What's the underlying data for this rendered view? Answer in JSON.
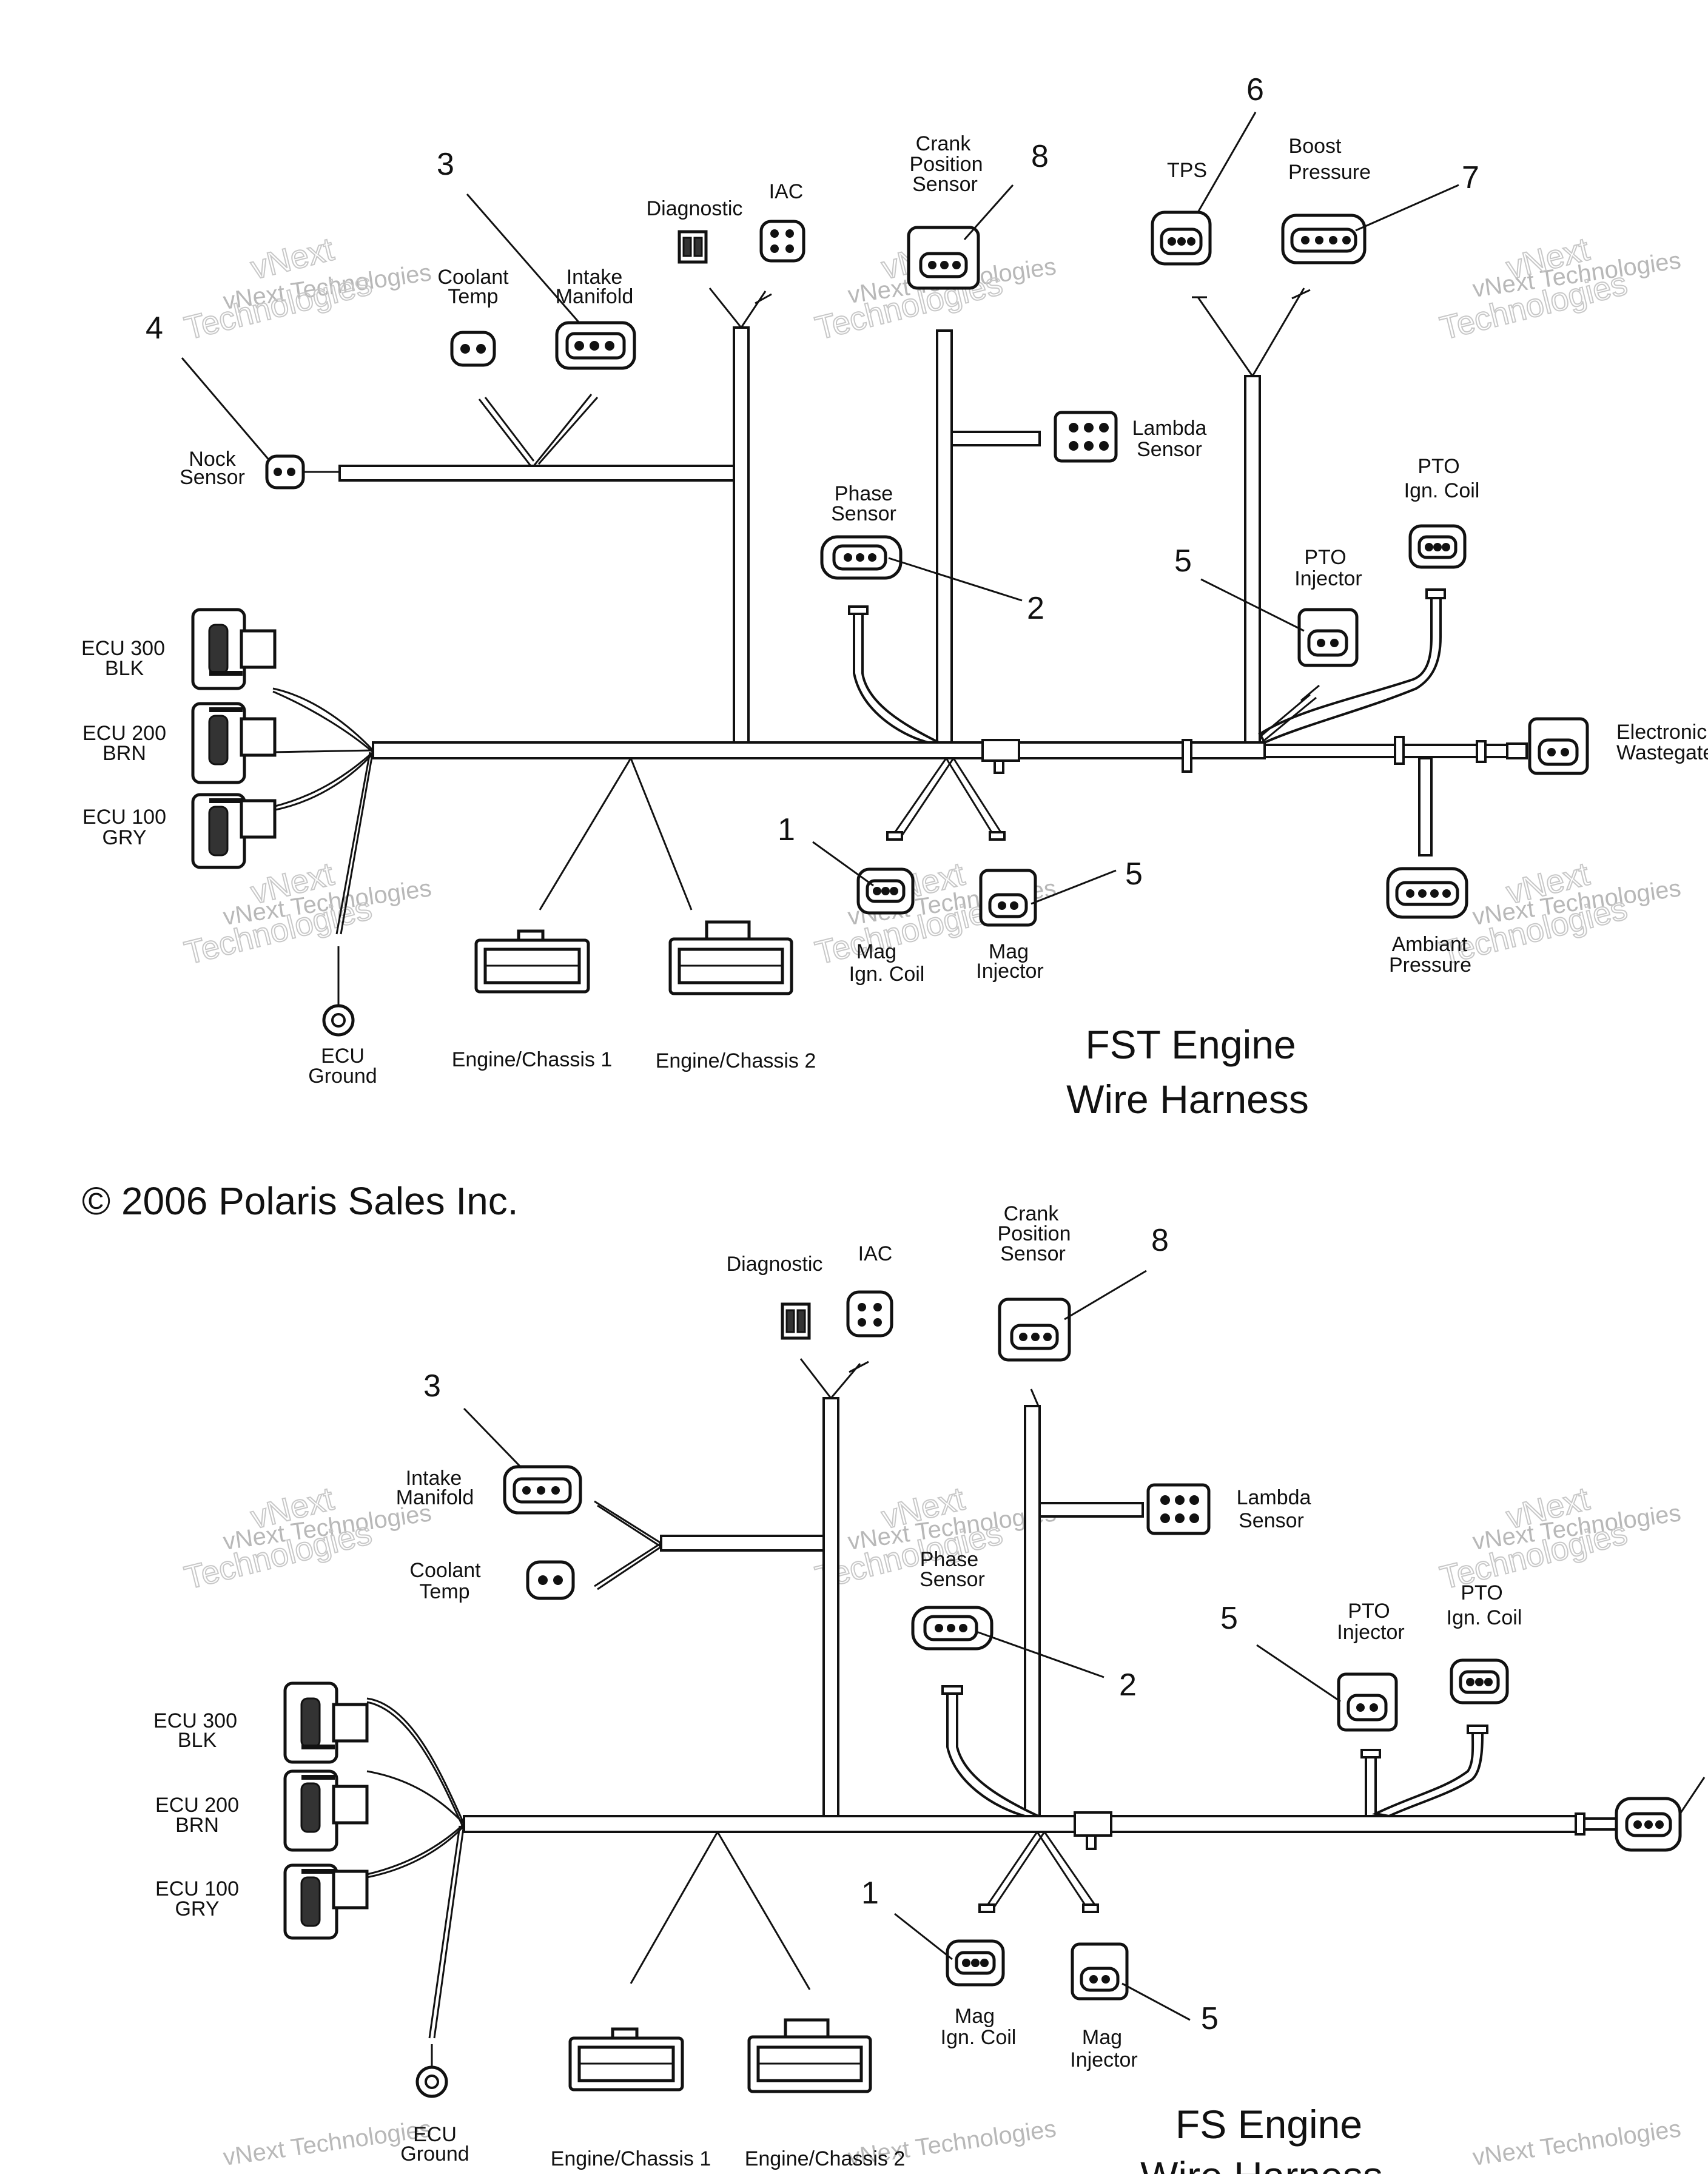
{
  "copyright": "© 2006 Polaris Sales Inc.",
  "watermark": {
    "line1": "vNext Technologies",
    "line2": "vNext",
    "line3": "Technologies"
  },
  "top": {
    "title_line1": "FST Engine",
    "title_line2": "Wire Harness",
    "labels": {
      "nock_sensor_1": "Nock",
      "nock_sensor_2": "Sensor",
      "coolant_temp_1": "Coolant",
      "coolant_temp_2": "Temp",
      "intake_manifold_1": "Intake",
      "intake_manifold_2": "Manifold",
      "diagnostic": "Diagnostic",
      "iac": "IAC",
      "crank_1": "Crank",
      "crank_2": "Position",
      "crank_3": "Sensor",
      "tps": "TPS",
      "boost_1": "Boost",
      "boost_2": "Pressure",
      "lambda_1": "Lambda",
      "lambda_2": "Sensor",
      "phase_1": "Phase",
      "phase_2": "Sensor",
      "pto_coil_1": "PTO",
      "pto_coil_2": "Ign. Coil",
      "pto_inj_1": "PTO",
      "pto_inj_2": "Injector",
      "ecu300_1": "ECU 300",
      "ecu300_2": "BLK",
      "ecu200_1": "ECU 200",
      "ecu200_2": "BRN",
      "ecu100_1": "ECU 100",
      "ecu100_2": "GRY",
      "wastegate_1": "Electronic",
      "wastegate_2": "Wastegate",
      "mag_coil_1": "Mag",
      "mag_coil_2": "Ign. Coil",
      "mag_inj_1": "Mag",
      "mag_inj_2": "Injector",
      "ambiant_1": "Ambiant",
      "ambiant_2": "Pressure",
      "ecu_ground_1": "ECU",
      "ecu_ground_2": "Ground",
      "engine_chassis_1": "Engine/Chassis 1",
      "engine_chassis_2": "Engine/Chassis 2"
    },
    "callouts": {
      "c1": "1",
      "c2": "2",
      "c3": "3",
      "c4": "4",
      "c5a": "5",
      "c5b": "5",
      "c6": "6",
      "c7": "7",
      "c8": "8"
    }
  },
  "bottom": {
    "title_line1": "FS  Engine",
    "title_line2": "Wire Harness",
    "labels": {
      "diagnostic": "Diagnostic",
      "iac": "IAC",
      "crank_1": "Crank",
      "crank_2": "Position",
      "crank_3": "Sensor",
      "intake_manifold_1": "Intake",
      "intake_manifold_2": "Manifold",
      "coolant_temp_1": "Coolant",
      "coolant_temp_2": "Temp",
      "lambda_1": "Lambda",
      "lambda_2": "Sensor",
      "phase_1": "Phase",
      "phase_2": "Sensor",
      "pto_inj_1": "PTO",
      "pto_inj_2": "Injector",
      "pto_coil_1": "PTO",
      "pto_coil_2": "Ign. Coil",
      "ecu300_1": "ECU 300",
      "ecu300_2": "BLK",
      "ecu200_1": "ECU 200",
      "ecu200_2": "BRN",
      "ecu100_1": "ECU 100",
      "ecu100_2": "GRY",
      "mag_coil_1": "Mag",
      "mag_coil_2": "Ign. Coil",
      "mag_inj_1": "Mag",
      "mag_inj_2": "Injector",
      "ecu_ground_1": "ECU",
      "ecu_ground_2": "Ground",
      "engine_chassis_1": "Engine/Chassis 1",
      "engine_chassis_2": "Engine/Chassis 2"
    },
    "callouts": {
      "c1": "1",
      "c2": "2",
      "c3": "3",
      "c5a": "5",
      "c5b": "5",
      "c8": "8"
    }
  }
}
